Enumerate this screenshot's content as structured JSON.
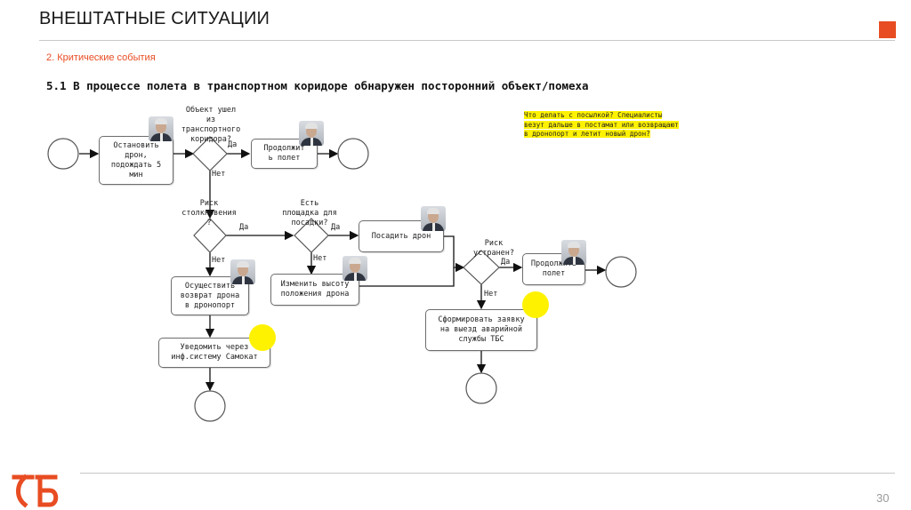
{
  "slide": {
    "title": "ВНЕШТАТНЫЕ СИТУАЦИИ",
    "subtitle": "2. Критические события",
    "heading": "5.1 В процессе полета в транспортном коридоре обнаружен посторонний объект/помеха",
    "page_number": "30"
  },
  "note": "Что делать с посылкой? Специалисты везут дальше в постамат или возвращают в дронопорт и летит новый дрон?",
  "tasks": {
    "stop": "Остановить\nдрон,\nподождать 5\nмин",
    "continue1": "Продолжит\nь полет",
    "return": "Осуществить\nвозврат дрона\nв дронопорт",
    "notify": "Уведомить через\nинф.систему Самокат",
    "altitude": "Изменить высоту\nположения дрона",
    "land": "Посадить дрон",
    "continue2": "Продолжить\nполет",
    "request": "Сформировать заявку\nна выезд аварийной\nслужбы ТБС"
  },
  "gateways": {
    "g1": "Объект ушел\nиз\nтранспортного\nкоридора?",
    "g2": "Риск\nстолкновения\n?",
    "g3": "Есть\nплощадка для\nпосадки?",
    "g4": "Риск\nустранен?"
  },
  "labels": {
    "yes": "Да",
    "no": "Нет"
  },
  "colors": {
    "accent": "#e84c22",
    "highlight": "#fff200"
  }
}
